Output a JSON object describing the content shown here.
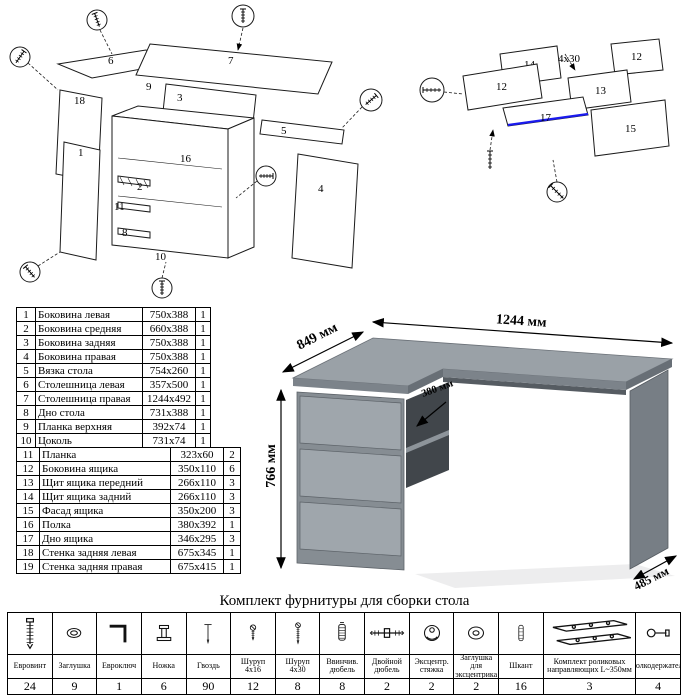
{
  "parts_table_1": [
    {
      "num": "1",
      "name": "Боковина левая",
      "size": "750x388",
      "qty": "1"
    },
    {
      "num": "2",
      "name": "Боковина средняя",
      "size": "660x388",
      "qty": "1"
    },
    {
      "num": "3",
      "name": "Боковина задняя",
      "size": "750x388",
      "qty": "1"
    },
    {
      "num": "4",
      "name": "Боковина правая",
      "size": "750x388",
      "qty": "1"
    },
    {
      "num": "5",
      "name": "Вязка стола",
      "size": "754x260",
      "qty": "1"
    },
    {
      "num": "6",
      "name": "Столешница левая",
      "size": "357x500",
      "qty": "1"
    },
    {
      "num": "7",
      "name": "Столешница правая",
      "size": "1244x492",
      "qty": "1"
    },
    {
      "num": "8",
      "name": "Дно стола",
      "size": "731x388",
      "qty": "1"
    },
    {
      "num": "9",
      "name": "Планка верхняя",
      "size": "392x74",
      "qty": "1"
    },
    {
      "num": "10",
      "name": "Цоколь",
      "size": "731x74",
      "qty": "1"
    }
  ],
  "parts_table_2": [
    {
      "num": "11",
      "name": "Планка",
      "size": "323x60",
      "qty": "2"
    },
    {
      "num": "12",
      "name": "Боковина ящика",
      "size": "350x110",
      "qty": "6"
    },
    {
      "num": "13",
      "name": "Щит ящика передний",
      "size": "266x110",
      "qty": "3"
    },
    {
      "num": "14",
      "name": "Щит ящика задний",
      "size": "266x110",
      "qty": "3"
    },
    {
      "num": "15",
      "name": "Фасад ящика",
      "size": "350x200",
      "qty": "3"
    },
    {
      "num": "16",
      "name": "Полка",
      "size": "380x392",
      "qty": "1"
    },
    {
      "num": "17",
      "name": "Дно ящика",
      "size": "346x295",
      "qty": "3"
    },
    {
      "num": "18",
      "name": "Стенка задняя левая",
      "size": "675x345",
      "qty": "1"
    },
    {
      "num": "19",
      "name": "Стенка задняя правая",
      "size": "675x415",
      "qty": "1"
    }
  ],
  "desk": {
    "dim_depth_left": "849 мм",
    "dim_width": "1244 мм",
    "dim_height": "766 мм",
    "dim_shelf": "380 мм",
    "dim_depth_right": "485 мм"
  },
  "diagrams": {
    "left": {
      "labels": {
        "p1": "1",
        "p2": "2",
        "p3": "3",
        "p4": "4",
        "p5": "5",
        "p6": "6",
        "p7": "7",
        "p8": "8",
        "p9": "9",
        "p10": "10",
        "p11": "11",
        "p16": "16",
        "p18": "18"
      }
    },
    "right": {
      "labels": {
        "p12a": "12",
        "p12b": "12",
        "p13": "13",
        "p14": "14",
        "p15": "15",
        "p17": "17"
      },
      "note": "4x30"
    }
  },
  "hardware": {
    "title": "Комплект фурнитуры для сборки стола",
    "items": [
      {
        "name": "Евровинт",
        "qty": "24",
        "icon": "confirmat-screw-icon"
      },
      {
        "name": "Заглушка",
        "qty": "9",
        "icon": "cap-icon"
      },
      {
        "name": "Евроключ",
        "qty": "1",
        "icon": "hex-key-icon"
      },
      {
        "name": "Ножка",
        "qty": "6",
        "icon": "leg-icon"
      },
      {
        "name": "Гвоздь",
        "qty": "90",
        "icon": "nail-icon"
      },
      {
        "name": "Шуруп 4x16",
        "qty": "12",
        "icon": "screw-short-icon"
      },
      {
        "name": "Шуруп 4x30",
        "qty": "8",
        "icon": "screw-long-icon"
      },
      {
        "name": "Ввинчив. дюбель",
        "qty": "8",
        "icon": "threaded-dowel-icon"
      },
      {
        "name": "Двойной дюбель",
        "qty": "2",
        "icon": "double-dowel-icon"
      },
      {
        "name": "Эксцентр. стяжка",
        "qty": "2",
        "icon": "cam-lock-icon"
      },
      {
        "name": "Заглушка для эксцентрика",
        "qty": "2",
        "icon": "cam-cap-icon"
      },
      {
        "name": "Шкант",
        "qty": "16",
        "icon": "wood-dowel-icon"
      },
      {
        "name": "Комплект роликовых направляющих L~350мм",
        "qty": "3",
        "icon": "drawer-slides-icon"
      },
      {
        "name": "Полкодержатель",
        "qty": "4",
        "icon": "shelf-pin-icon"
      }
    ]
  }
}
